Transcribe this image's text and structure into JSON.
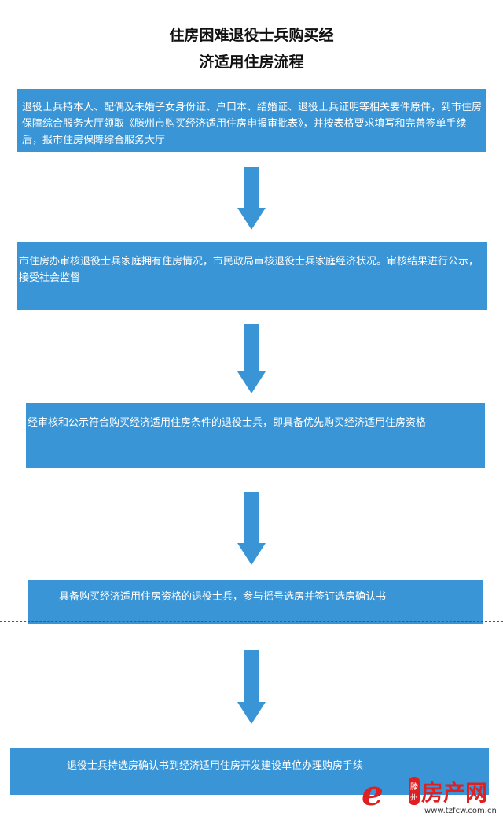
{
  "title": {
    "line1": "住房困难退役士兵购买经",
    "line2": "济适用住房流程"
  },
  "steps": [
    "退役士兵持本人、配偶及未婚子女身份证、户口本、结婚证、退役士兵证明等相关要件原件，到市住房保障综合服务大厅领取《滕州市购买经济适用住房申报审批表》，并按表格要求填写和完善签单手续后，报市住房保障综合服务大厅",
    "市住房办审核退役士兵家庭拥有住房情况，市民政局审核退役士兵家庭经济状况。审核结果进行公示，接受社会监督",
    "经审核和公示符合购买经济适用住房条件的退役士兵，即具备优先购买经济适用住房资格",
    "具备购买经济适用住房资格的退役士兵，参与摇号选房并签订选房确认书",
    "退役士兵持选房确认书到经济适用住房开发建设单位办理购房手续"
  ],
  "watermark": {
    "brand": "房产网",
    "city": "滕州",
    "url": "www.tzfcw.com.cn"
  },
  "colors": {
    "box": "#3a95d6",
    "logo": "#e02020"
  }
}
